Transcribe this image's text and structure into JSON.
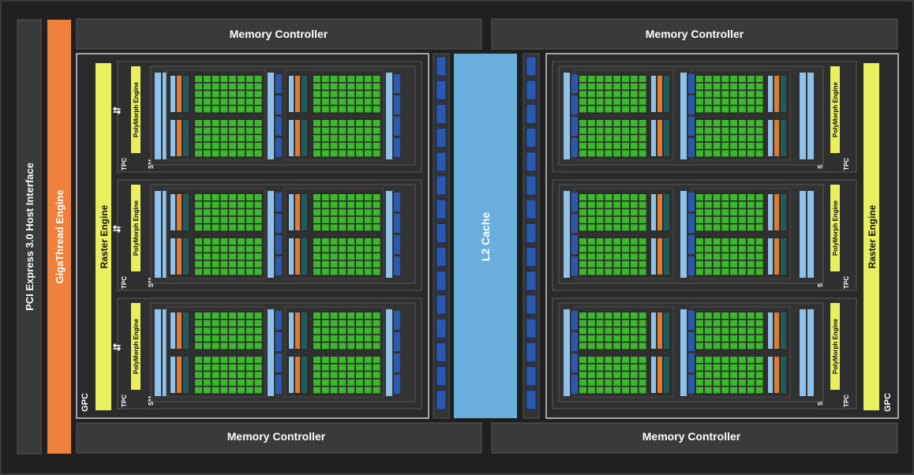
{
  "labels": {
    "pci_express": "PCI Express 3.0 Host Interface",
    "gigathread": "GigaThread Engine",
    "memory_controller_top_left": "Memory Controller",
    "memory_controller_top_right": "Memory Controller",
    "memory_controller_bottom_left": "Memory Controller",
    "memory_controller_bottom_right": "Memory Controller",
    "l2_cache": "L2 Cache",
    "gpc": "GPC",
    "raster_engine": "Raster Engine",
    "polymorph_engine": "PolyMorph Engine",
    "tpc": "TPC",
    "sm": "SM"
  },
  "colors": {
    "background": "#1e1e1e",
    "frame": "#2b2b2b",
    "block": "#3a3a3a",
    "gigathread": "#f0803a",
    "l2_cache": "#6aaede",
    "raster_yellow": "#e8f060",
    "core_green": "#3cb82c",
    "orange_unit": "#e07a30",
    "light_blue_unit": "#8ec2ea",
    "dark_blue_unit": "#2a5ab0",
    "teal_unit": "#1f5d5d"
  }
}
